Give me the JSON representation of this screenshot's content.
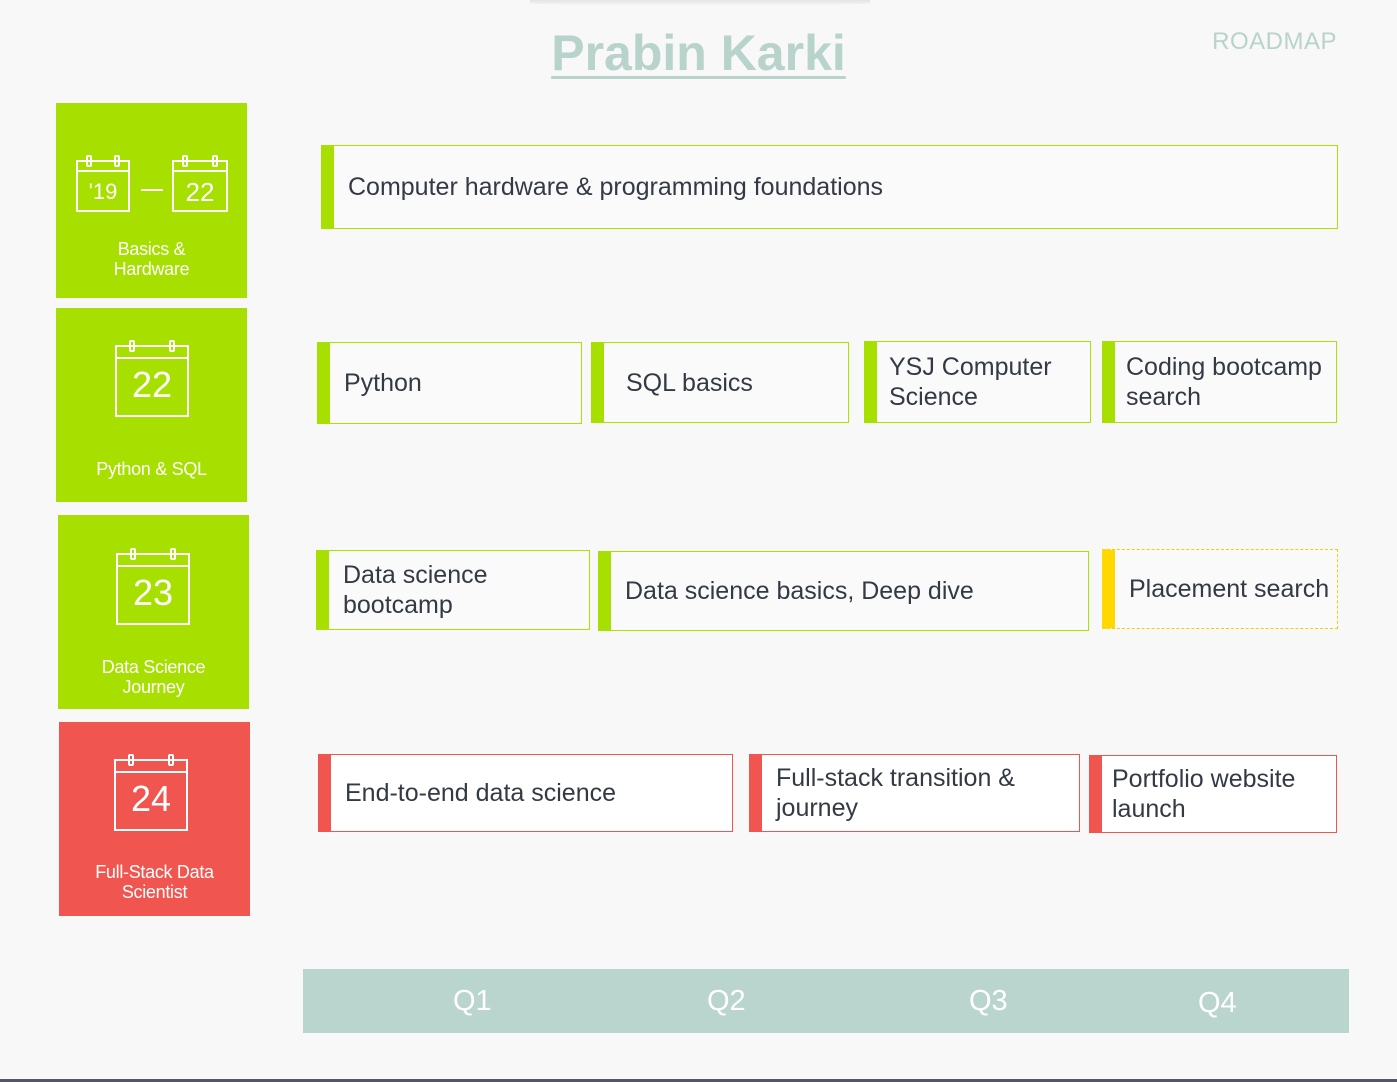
{
  "header": {
    "title": "Prabin Karki",
    "tag": "ROADMAP"
  },
  "colors": {
    "green": "#a6df00",
    "red": "#f0564f",
    "yellow": "#ffd800",
    "teal": "#bad4ce"
  },
  "phases": [
    {
      "cal_start": "'19",
      "cal_end": "22",
      "label_line1": "Basics &",
      "label_line2": "Hardware",
      "icon": "calendar-icon"
    },
    {
      "cal": "22",
      "label_line1": "Python & SQL",
      "icon": "calendar-icon"
    },
    {
      "cal": "23",
      "label_line1": "Data Science",
      "label_line2": "Journey",
      "icon": "calendar-icon"
    },
    {
      "cal": "24",
      "label_line1": "Full-Stack Data",
      "label_line2": "Scientist",
      "icon": "calendar-icon"
    }
  ],
  "tasks": {
    "row1": [
      "Computer hardware & programming foundations"
    ],
    "row2": [
      "Python",
      "SQL basics",
      "YSJ Computer Science",
      "Coding bootcamp search"
    ],
    "row3": [
      "Data science bootcamp",
      "Data science basics, Deep dive",
      "Placement search"
    ],
    "row4": [
      "End-to-end data science",
      "Full-stack transition & journey",
      "Portfolio website launch"
    ]
  },
  "quarters": [
    "Q1",
    "Q2",
    "Q3",
    "Q4"
  ]
}
